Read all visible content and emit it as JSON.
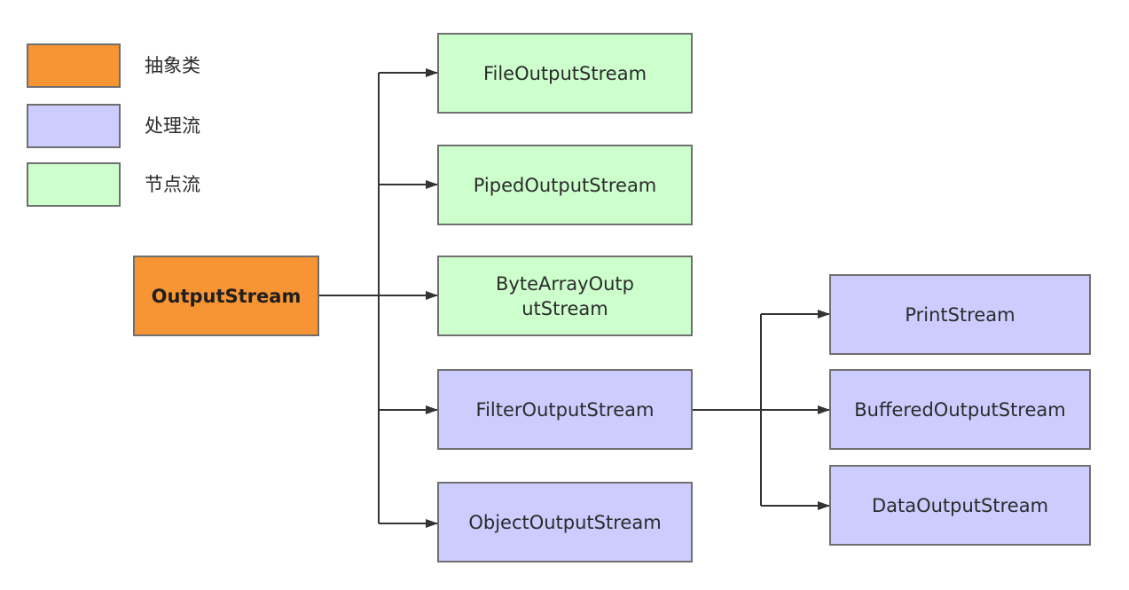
{
  "legend": {
    "abstract_label": "抽象类",
    "processing_label": "处理流",
    "node_label": "节点流",
    "abstract_color": "#f79433",
    "processing_color": "#ccccff",
    "node_color": "#ccffcc"
  },
  "nodes": {
    "root": "OutputStream",
    "file": "FileOutputStream",
    "piped": "PipedOutputStream",
    "bytearray": "ByteArrayOutputStream",
    "filter": "FilterOutputStream",
    "object": "ObjectOutputStream",
    "print": "PrintStream",
    "buffered": "BufferedOutputStream",
    "data": "DataOutputStream"
  },
  "edges": [
    {
      "from": "OutputStream",
      "to": "FileOutputStream"
    },
    {
      "from": "OutputStream",
      "to": "PipedOutputStream"
    },
    {
      "from": "OutputStream",
      "to": "ByteArrayOutputStream"
    },
    {
      "from": "OutputStream",
      "to": "FilterOutputStream"
    },
    {
      "from": "OutputStream",
      "to": "ObjectOutputStream"
    },
    {
      "from": "FilterOutputStream",
      "to": "PrintStream"
    },
    {
      "from": "FilterOutputStream",
      "to": "BufferedOutputStream"
    },
    {
      "from": "FilterOutputStream",
      "to": "DataOutputStream"
    }
  ]
}
